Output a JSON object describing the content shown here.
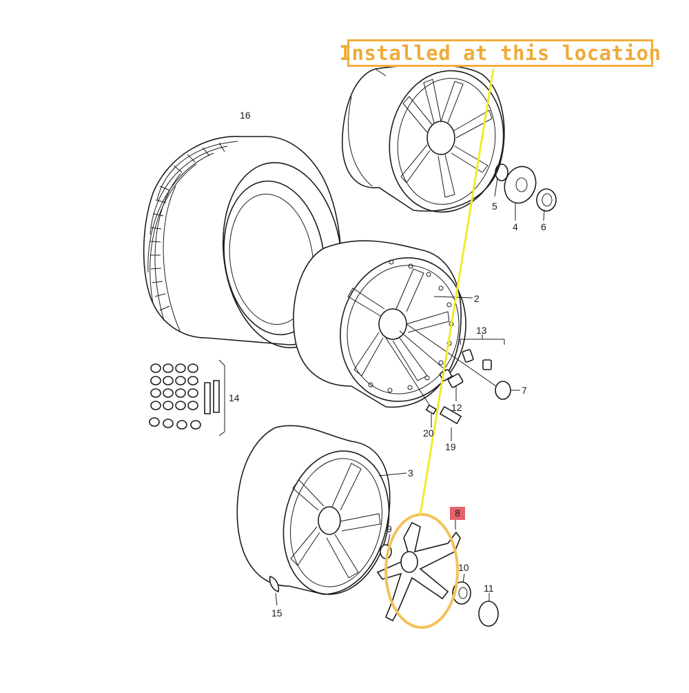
{
  "callout": {
    "text": "Installed at this location",
    "color": "#f0ae3c"
  },
  "pointer_line_color": "#f2ea2a",
  "highlight_color": "#e6636b",
  "part_numbers": {
    "tire": "16",
    "wheel_upper": "2",
    "wheel_lower": "3",
    "center_cap_cover": "4",
    "clip_ring": "5",
    "emblem_cap_top": "6",
    "cap_disc": "7",
    "spoke_center_trim": "8",
    "retainer": "9",
    "emblem_cap_lower": "10",
    "cap_disc_lower": "11",
    "wheel_bolt": "12",
    "locking_bolt_set": "13",
    "bolt_cap_set": "14",
    "balance_weight": "15",
    "valve_stem": "19",
    "valve_insert": "20"
  }
}
